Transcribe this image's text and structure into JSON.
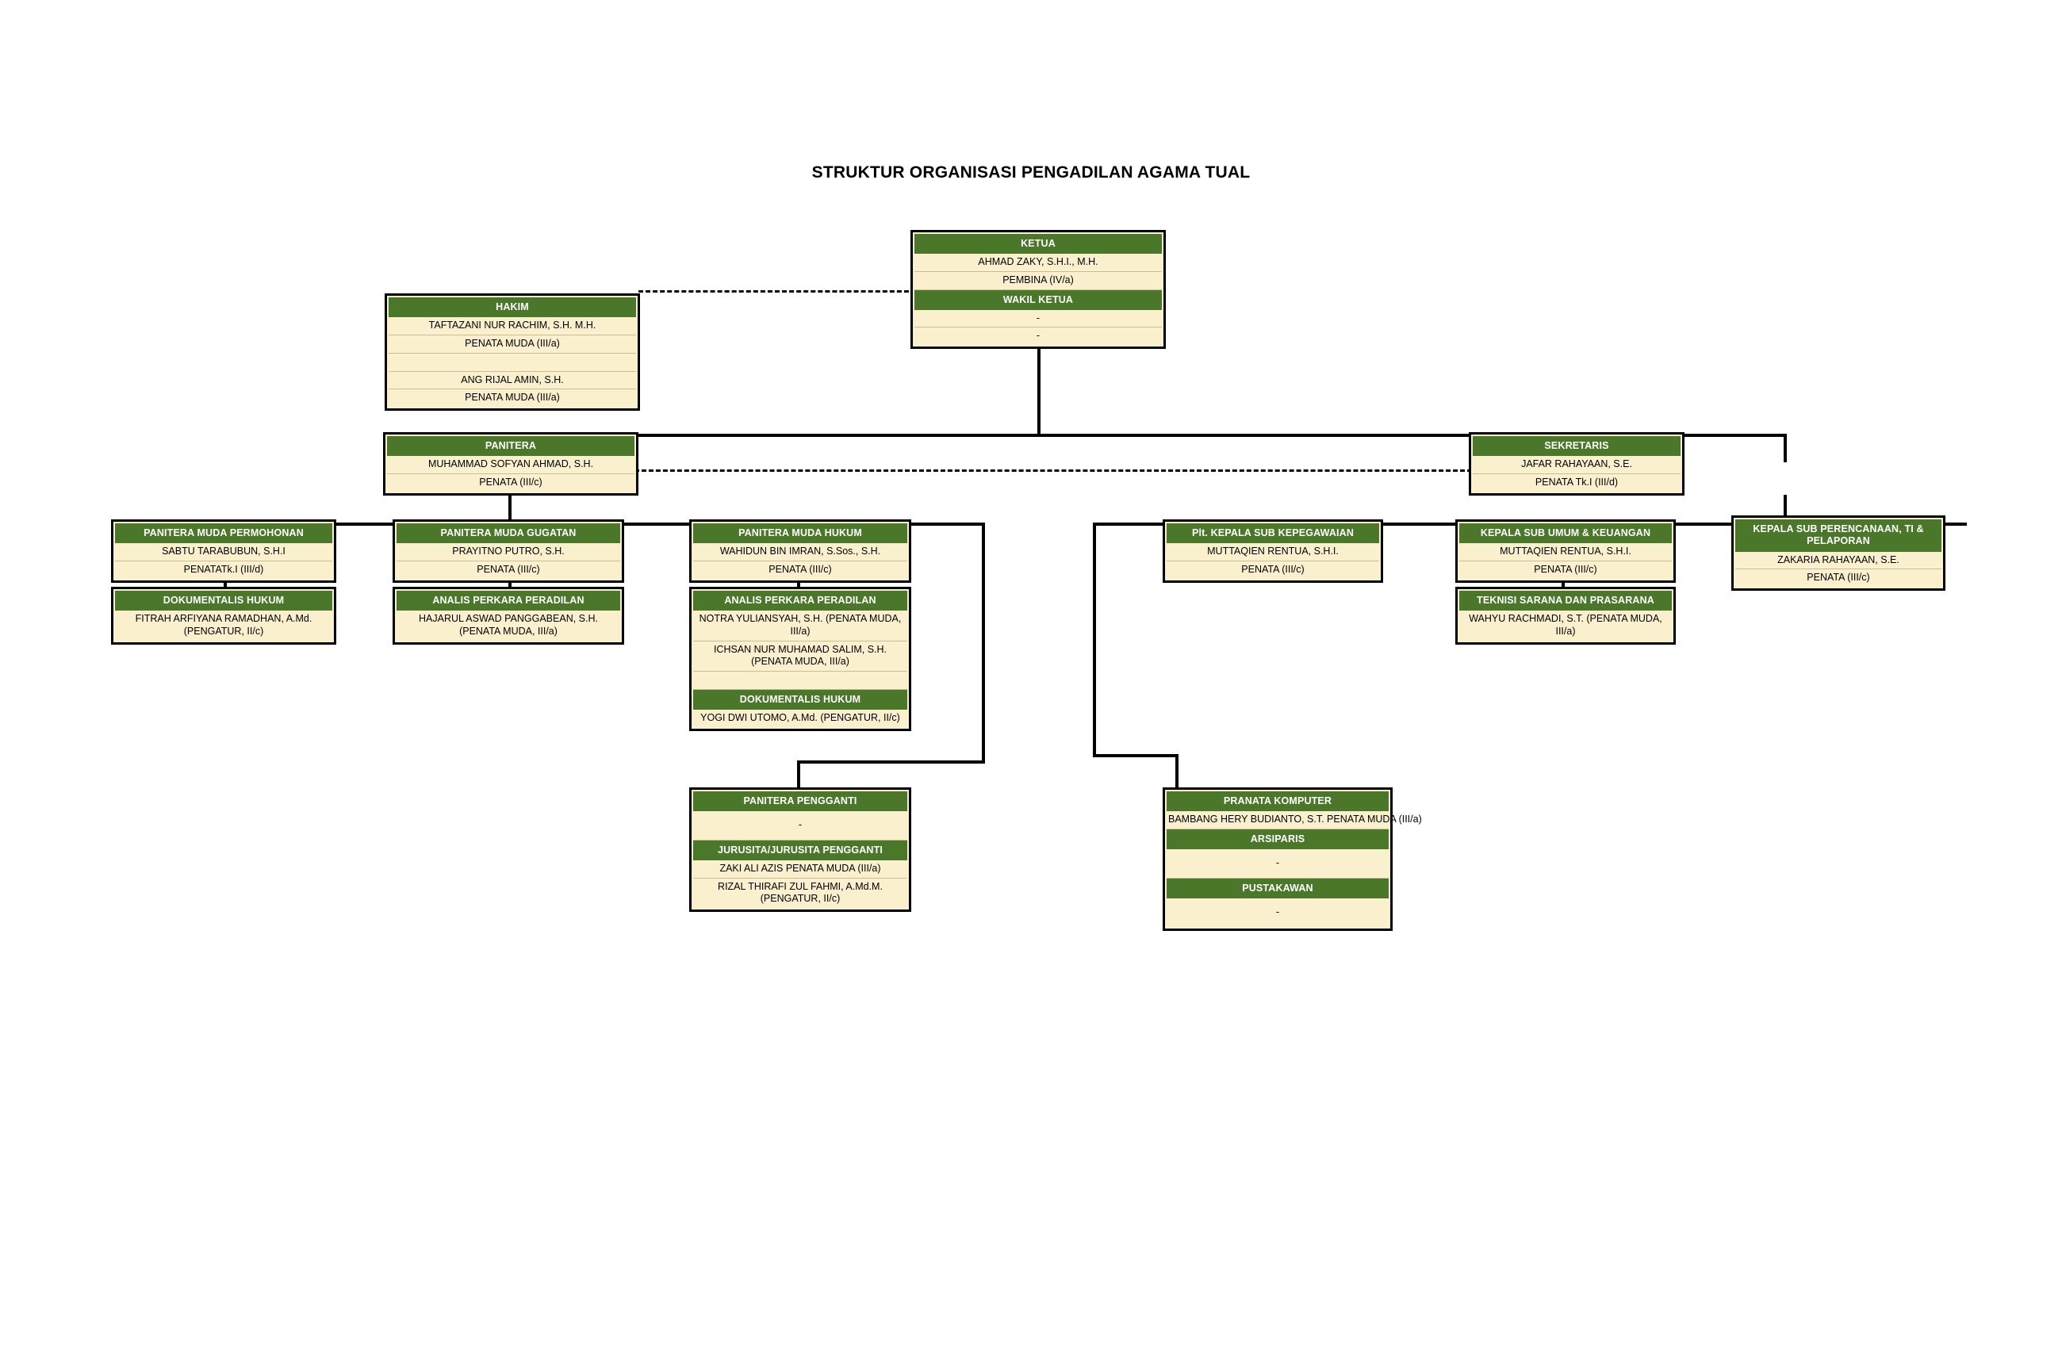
{
  "title": "STRUKTUR ORGANISASI PENGADILAN AGAMA TUAL",
  "colors": {
    "header_green": "#4a7729",
    "body_cream": "#fbf0ce",
    "border_black": "#000000"
  },
  "nodes": {
    "ketua": {
      "header": "KETUA",
      "name": "AHMAD ZAKY, S.H.I., M.H.",
      "rank": "PEMBINA (IV/a)"
    },
    "wakil_ketua": {
      "header": "WAKIL KETUA",
      "name": "-",
      "rank": "-"
    },
    "hakim": {
      "header": "HAKIM",
      "members": [
        {
          "name": "TAFTAZANI NUR RACHIM, S.H. M.H.",
          "rank": "PENATA MUDA (III/a)"
        },
        {
          "name": "ANG RIJAL AMIN, S.H.",
          "rank": "PENATA MUDA (III/a)"
        }
      ]
    },
    "panitera": {
      "header": "PANITERA",
      "name": "MUHAMMAD SOFYAN AHMAD, S.H.",
      "rank": "PENATA (III/c)"
    },
    "sekretaris": {
      "header": "SEKRETARIS",
      "name": "JAFAR RAHAYAAN, S.E.",
      "rank": "PENATA Tk.I (III/d)"
    },
    "panmud_permohonan": {
      "header": "PANITERA MUDA PERMOHONAN",
      "name": "SABTU TARABUBUN, S.H.I",
      "rank": "PENATATk.I (III/d)"
    },
    "dokumentalis_hukum_1": {
      "header": "DOKUMENTALIS HUKUM",
      "name": "FITRAH ARFIYANA RAMADHAN, A.Md. (PENGATUR, II/c)"
    },
    "panmud_gugatan": {
      "header": "PANITERA MUDA GUGATAN",
      "name": "PRAYITNO PUTRO, S.H.",
      "rank": "PENATA (III/c)"
    },
    "analis_perkara_1": {
      "header": "ANALIS PERKARA PERADILAN",
      "name": "HAJARUL ASWAD PANGGABEAN, S.H. (PENATA MUDA, III/a)"
    },
    "panmud_hukum": {
      "header": "PANITERA MUDA HUKUM",
      "name": "WAHIDUN BIN IMRAN, S.Sos., S.H.",
      "rank": "PENATA (III/c)"
    },
    "analis_perkara_2": {
      "header": "ANALIS PERKARA PERADILAN",
      "members": [
        "NOTRA YULIANSYAH, S.H. (PENATA MUDA, III/a)",
        "ICHSAN NUR MUHAMAD SALIM, S.H. (PENATA MUDA, III/a)"
      ],
      "sub_header": "DOKUMENTALIS HUKUM",
      "sub_name": "YOGI DWI UTOMO, A.Md. (PENGATUR, II/c)"
    },
    "panitera_pengganti": {
      "header": "PANITERA PENGGANTI",
      "name": "-",
      "sub_header": "JURUSITA/JURUSITA PENGGANTI",
      "members": [
        "ZAKI ALI AZIS PENATA MUDA (III/a)",
        "RIZAL THIRAFI ZUL FAHMI, A.Md.M. (PENGATUR, II/c)"
      ]
    },
    "kasub_kepegawaian": {
      "header": "Plt. KEPALA SUB KEPEGAWAIAN",
      "name": "MUTTAQIEN RENTUA, S.H.I.",
      "rank": "PENATA (III/c)"
    },
    "kasub_umum_keuangan": {
      "header": "KEPALA SUB UMUM & KEUANGAN",
      "name": "MUTTAQIEN RENTUA, S.H.I.",
      "rank": "PENATA (III/c)"
    },
    "teknisi_sarana": {
      "header": "TEKNISI SARANA DAN PRASARANA",
      "name": "WAHYU RACHMADI, S.T. (PENATA MUDA, III/a)"
    },
    "kasub_perencanaan": {
      "header": "KEPALA SUB PERENCANAAN, TI & PELAPORAN",
      "name": "ZAKARIA RAHAYAAN, S.E.",
      "rank": "PENATA (III/c)"
    },
    "pranata_komputer": {
      "header": "PRANATA KOMPUTER",
      "name": "BAMBANG HERY BUDIANTO, S.T.      PENATA MUDA (III/a)",
      "sub_header_1": "ARSIPARIS",
      "sub_name_1": "-",
      "sub_header_2": "PUSTAKAWAN",
      "sub_name_2": "-"
    }
  }
}
